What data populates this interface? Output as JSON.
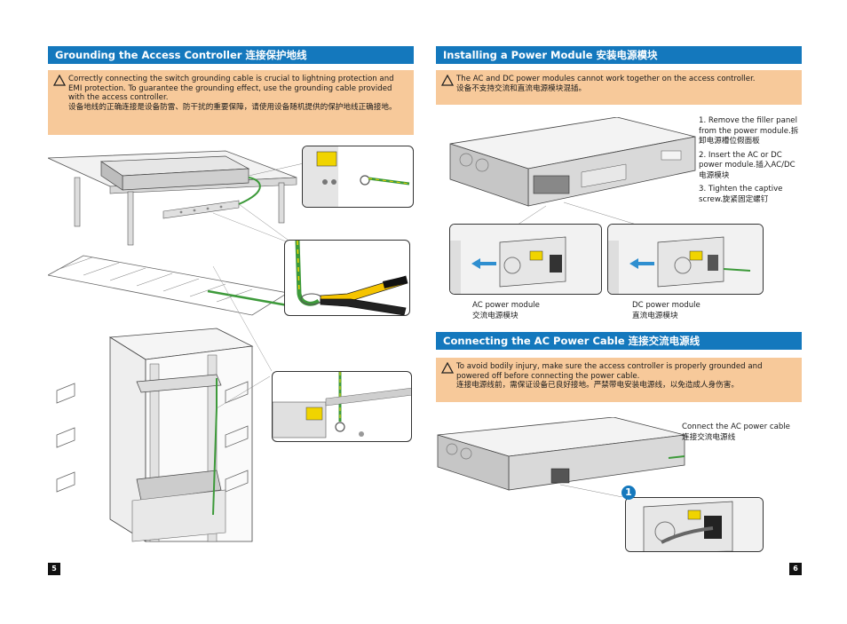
{
  "left": {
    "header": "Grounding the Access Controller 连接保护地线",
    "warning": {
      "en": "Correctly connecting the switch grounding cable is crucial to lightning protection and EMI protection. To guarantee the grounding effect, use the grounding cable provided with the access controller.",
      "zh": "设备地线的正确连接是设备防雷、防干扰的重要保障，请使用设备随机提供的保护地线正确接地。"
    },
    "page_number": "5"
  },
  "right": {
    "header_power": "Installing a Power Module 安装电源模块",
    "warning_power": {
      "en": "The AC and DC power modules cannot work together on the access controller.",
      "zh": "设备不支持交流和直流电源模块混插。"
    },
    "steps": [
      "1. Remove the filler panel from the power module.拆卸电源槽位假面板",
      "2. Insert the AC or DC power module.插入AC/DC电源模块",
      "3. Tighten the captive screw.旋紧固定螺钉"
    ],
    "ac_caption": {
      "en": "AC power module",
      "zh": "交流电源模块"
    },
    "dc_caption": {
      "en": "DC power module",
      "zh": "直流电源模块"
    },
    "header_cable": "Connecting the AC Power Cable 连接交流电源线",
    "warning_cable": {
      "en": "To avoid bodily injury, make sure the access controller is properly grounded and powered off before connecting the power cable.",
      "zh": "连接电源线前，需保证设备已良好接地。严禁带电安装电源线，以免造成人身伤害。"
    },
    "cable_caption": {
      "en": "Connect the AC power cable",
      "zh": "连接交流电源线"
    },
    "callout": "1",
    "page_number": "6"
  },
  "colors": {
    "header_blue": "#1478bd",
    "warning_orange": "#f7c99a",
    "ground_green": "#3d9a3a",
    "cable_yellow": "#f0d400",
    "callout_blue": "#1478bd"
  }
}
